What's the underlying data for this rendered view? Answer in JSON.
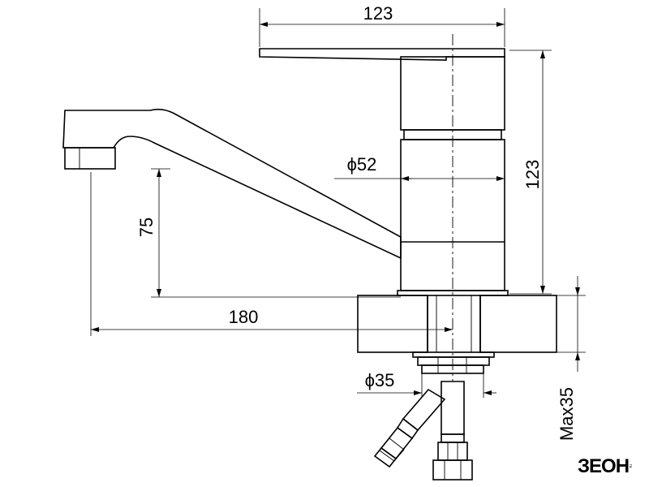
{
  "dimensions": {
    "handle_length": "123",
    "body_height": "123",
    "body_diameter": "ϕ52",
    "spout_height": "75",
    "spout_reach": "180",
    "mount_diameter": "ϕ35",
    "max_thickness": "Max35"
  },
  "brand": {
    "name": "ЗЕОН",
    "sub": "ru"
  }
}
